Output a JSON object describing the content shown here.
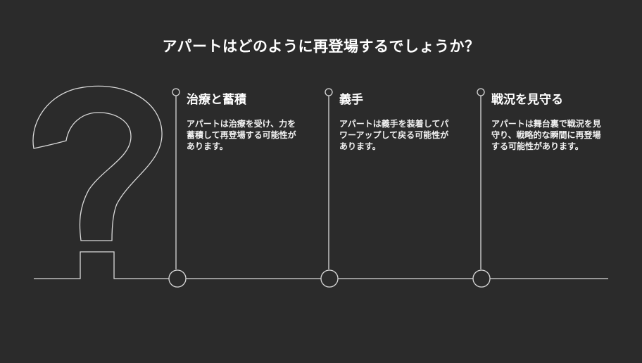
{
  "title": "アパートはどのように再登場するでしょうか？",
  "items": [
    {
      "title": "治療と蓄積",
      "description": "アパートは治療を受け、力を蓄積して再登場する可能性があります。"
    },
    {
      "title": "義手",
      "description": "アパートは義手を装着してパワーアップして戻る可能性があります。"
    },
    {
      "title": "戦況を見守る",
      "description": "アパートは舞台裏で戦況を見守り、戦略的な瞬間に再登場する可能性があります。"
    }
  ],
  "colors": {
    "background": "#2b2b2b",
    "line": "#d9d9d9",
    "text": "#ffffff"
  },
  "icons": [
    "question-mark-icon"
  ]
}
